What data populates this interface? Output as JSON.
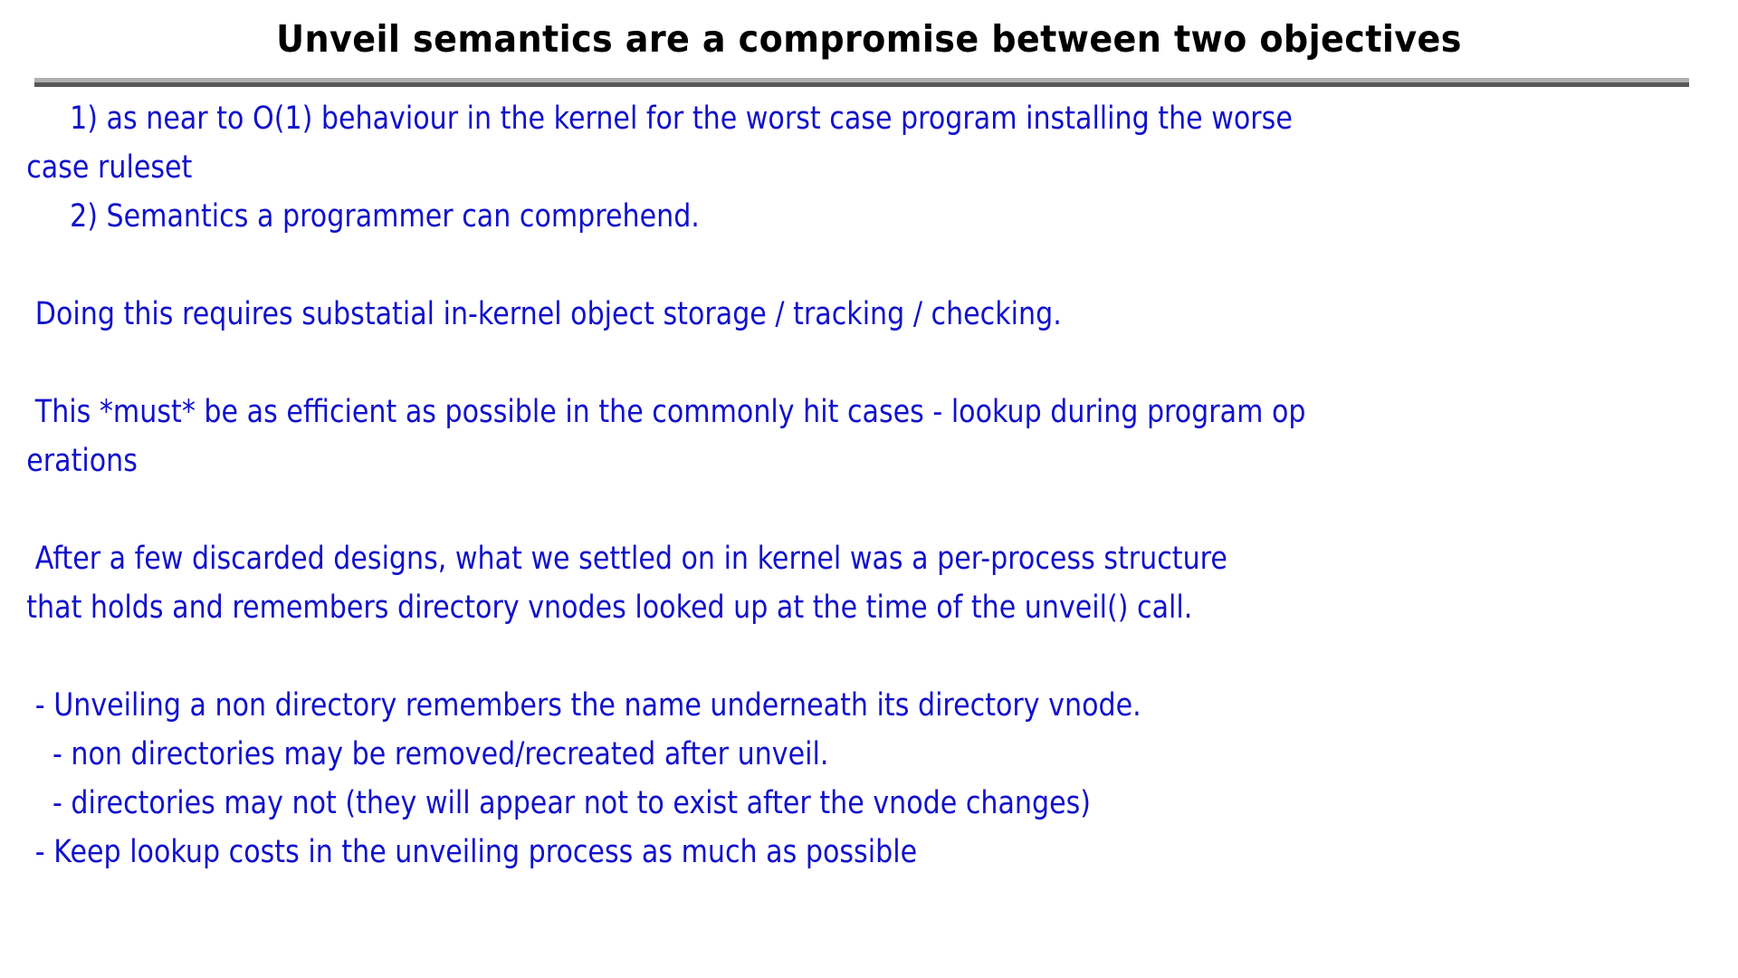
{
  "slide": {
    "title": "Unveil semantics are a compromise between two objectives",
    "title_color": "#000000",
    "body_color": "#1111cc",
    "background_color": "#ffffff",
    "rule": {
      "light_color": "#b0b0b0",
      "dark_color": "#585858"
    },
    "body_lines": [
      "     1) as near to O(1) behaviour in the kernel for the worst case program installing the worse",
      "case ruleset",
      "     2) Semantics a programmer can comprehend.",
      "",
      " Doing this requires substatial in-kernel object storage / tracking / checking.",
      "",
      " This *must* be as efficient as possible in the commonly hit cases - lookup during program op",
      "erations",
      "",
      " After a few discarded designs, what we settled on in kernel was a per-process structure",
      "that holds and remembers directory vnodes looked up at the time of the unveil() call.",
      "",
      " - Unveiling a non directory remembers the name underneath its directory vnode.",
      "   - non directories may be removed/recreated after unveil.",
      "   - directories may not (they will appear not to exist after the vnode changes)",
      " - Keep lookup costs in the unveiling process as much as possible"
    ]
  }
}
